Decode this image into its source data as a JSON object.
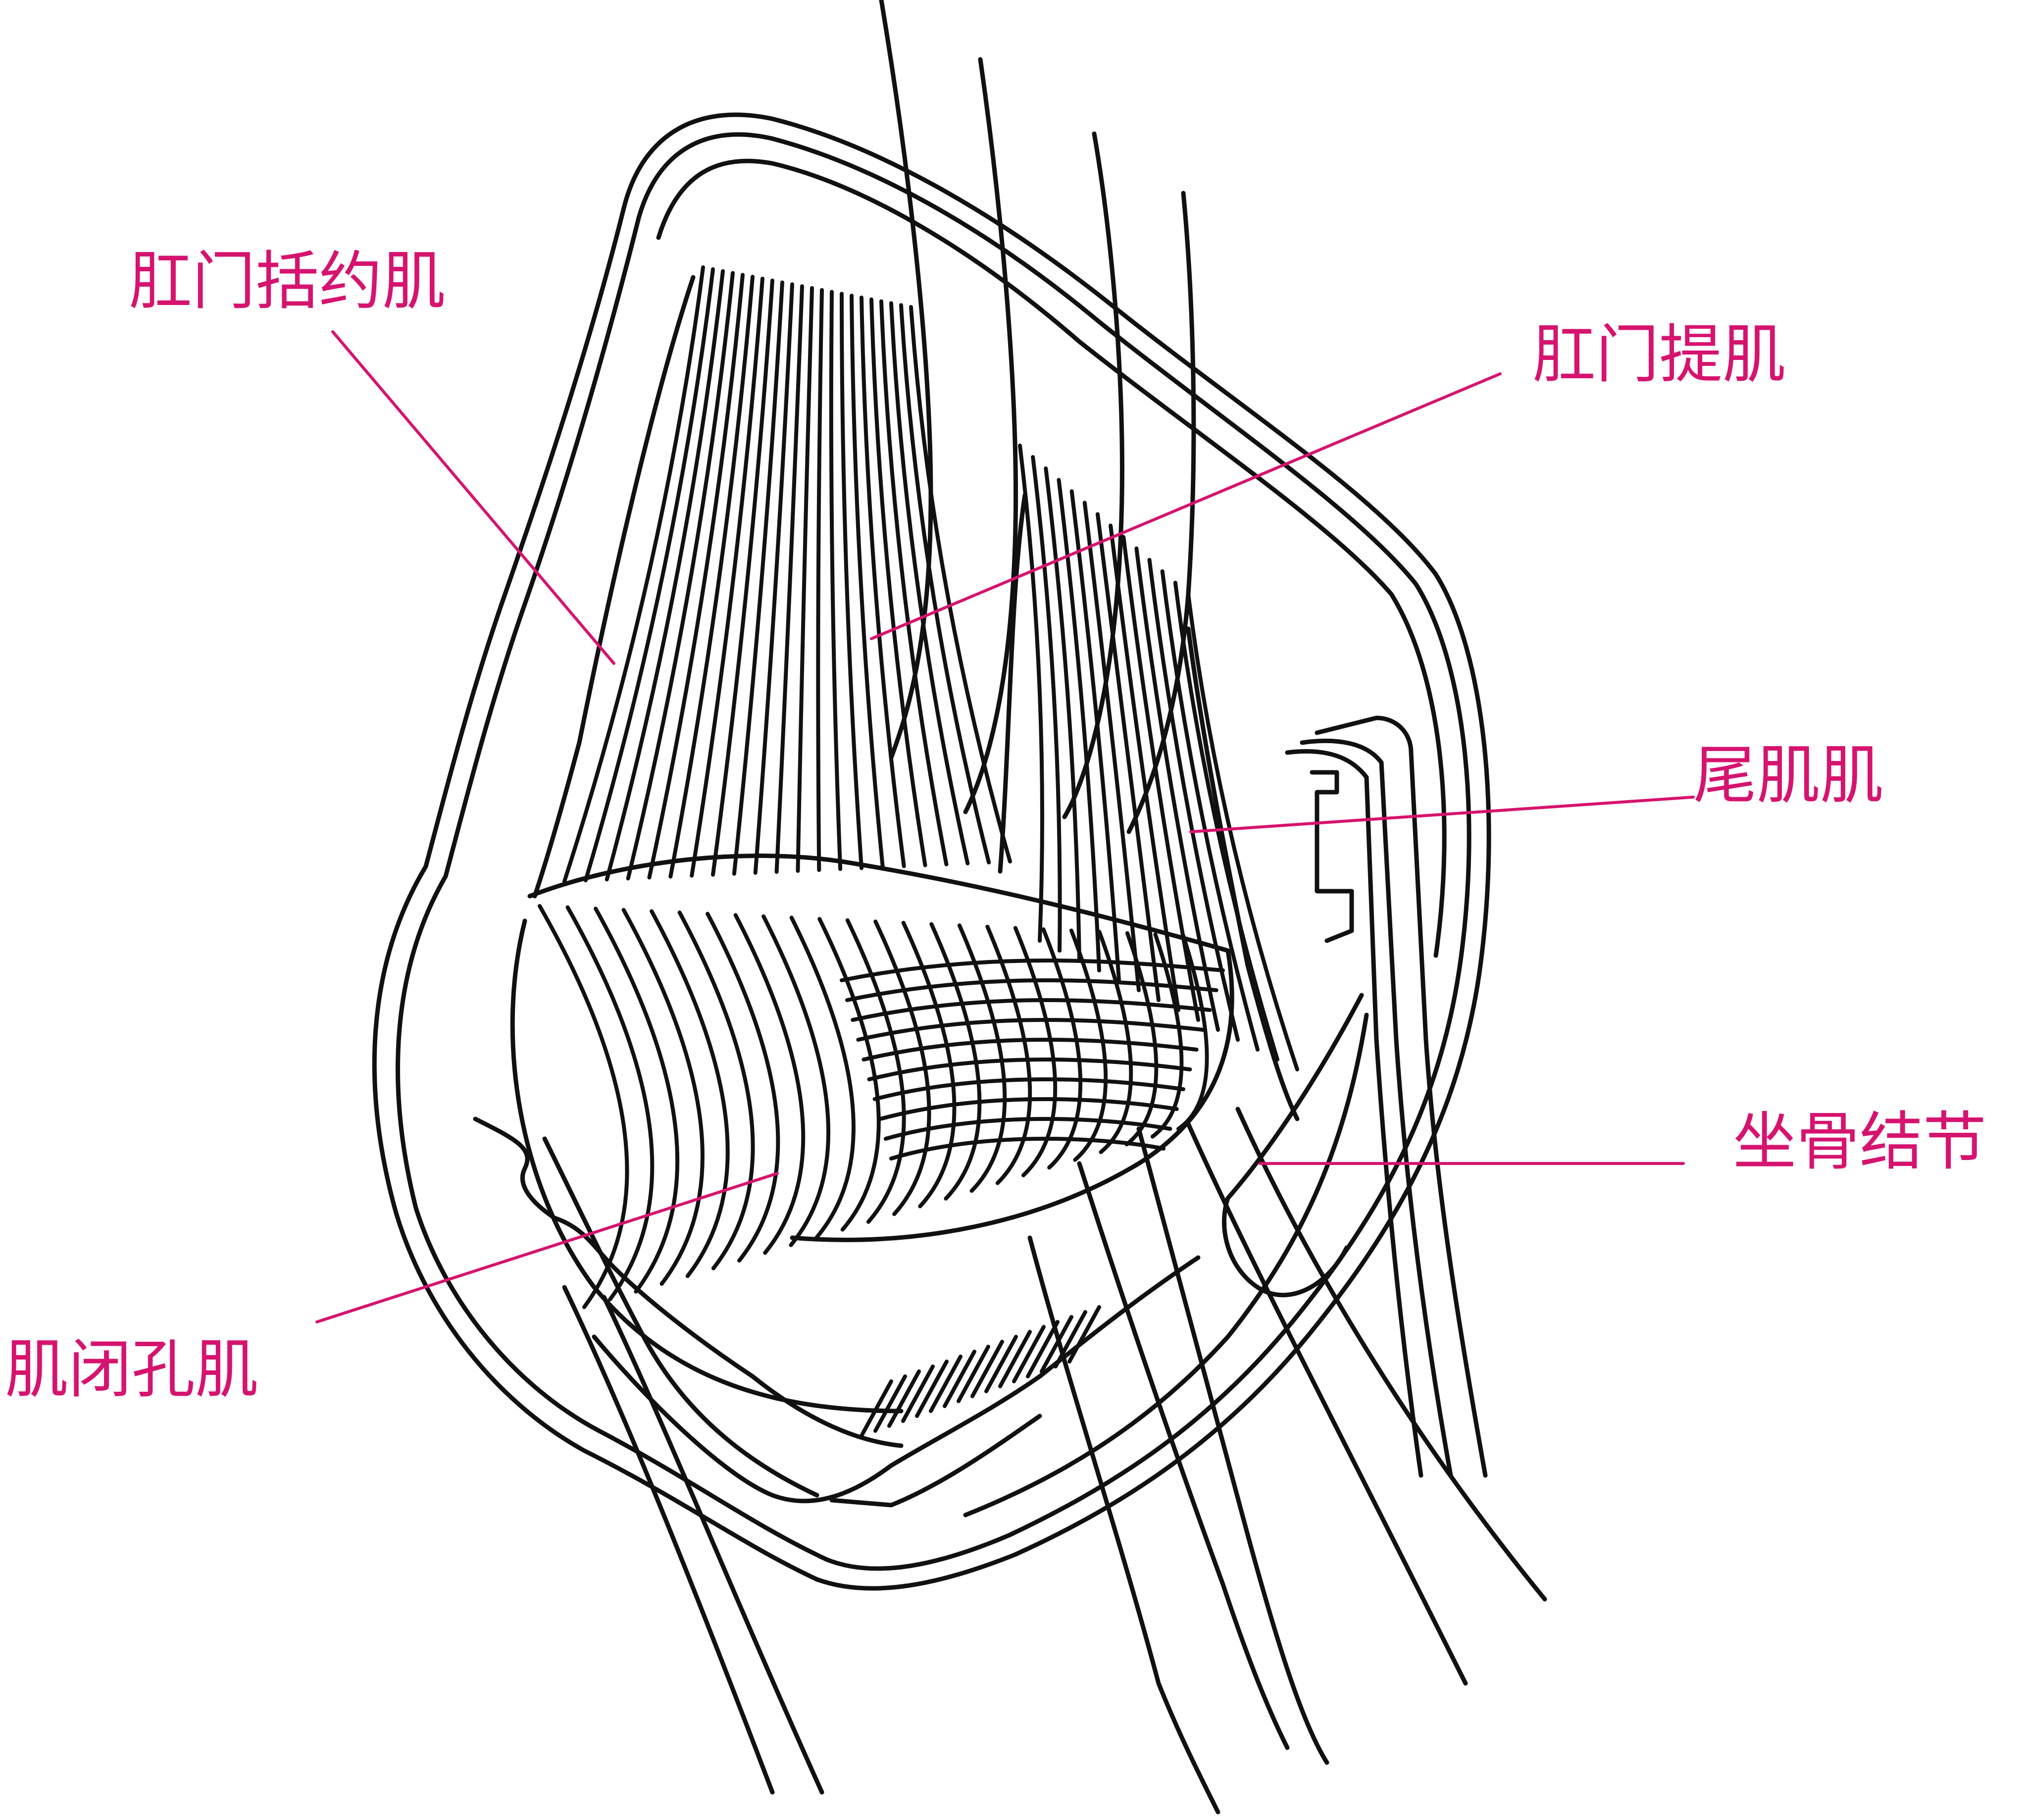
{
  "accent_color": "#d6136f",
  "labels": [
    {
      "id": "label-sphincter",
      "text": "肛门括约肌"
    },
    {
      "id": "label-levator",
      "text": "肛门提肌"
    },
    {
      "id": "label-coccygeus",
      "text": "尾肌肌"
    },
    {
      "id": "label-tuberosity",
      "text": "坐骨结节"
    },
    {
      "id": "label-obturator",
      "text": "肌闭孔肌"
    }
  ]
}
